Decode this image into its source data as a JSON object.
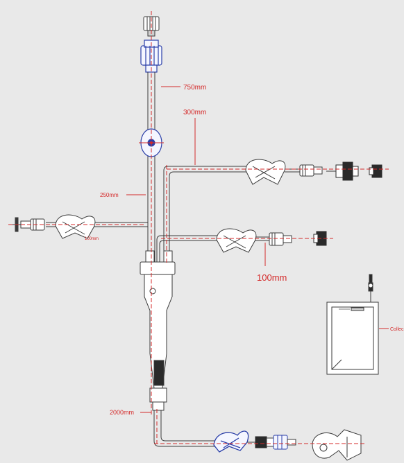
{
  "diagram": {
    "labels": {
      "dim_750": "750mm",
      "dim_300": "300mm",
      "dim_250": "250mm",
      "dim_100_small": "100mm",
      "dim_100_large": "100mm",
      "dim_2000": "2000mm",
      "collection": "Collec"
    },
    "colors": {
      "background": "#e9e9e9",
      "outline": "#3a3a3a",
      "dimension": "#d42a2a",
      "connector_blue": "#2b3fa8",
      "dark_part": "#2a2a2a"
    },
    "icons": {
      "top_cap": "cap-icon",
      "top_connector": "luer-connector-icon",
      "injection_port": "injection-port-icon",
      "clamp": "roller-clamp-icon",
      "collection_bag": "bag-icon",
      "filter": "filter-icon"
    }
  }
}
